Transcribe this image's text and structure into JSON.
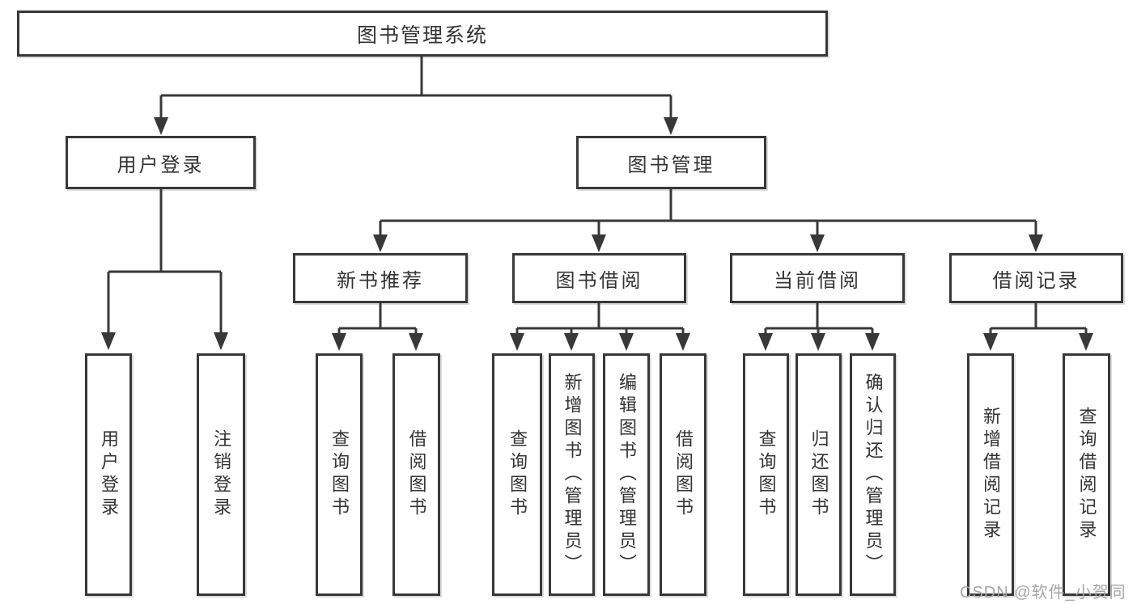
{
  "nodes": {
    "root": "图书管理系统",
    "user_login": "用户登录",
    "book_management": "图书管理",
    "new_book_recommend": "新书推荐",
    "book_borrowing": "图书借阅",
    "current_borrowing": "当前借阅",
    "borrowing_records": "借阅记录",
    "ul_user_login": "用户登录",
    "ul_logout": "注销登录",
    "nb_query_books": "查询图书",
    "nb_borrow_books": "借阅图书",
    "bb_query_books": "查询图书",
    "bb_add_books_admin": "新增图书（管理员）",
    "bb_edit_books_admin": "编辑图书（管理员）",
    "bb_borrow_books": "借阅图书",
    "cb_query_books": "查询图书",
    "cb_return_books": "归还图书",
    "cb_confirm_return_admin": "确认归还（管理员）",
    "br_add_record": "新增借阅记录",
    "br_query_record": "查询借阅记录"
  },
  "watermark": {
    "text": "CSDN @软件_小贺同学"
  },
  "colors": {
    "line": "#383838",
    "text": "#333333",
    "box_fill": "#ffffff",
    "background": "#ffffff",
    "watermark": "#a6a6a6"
  }
}
